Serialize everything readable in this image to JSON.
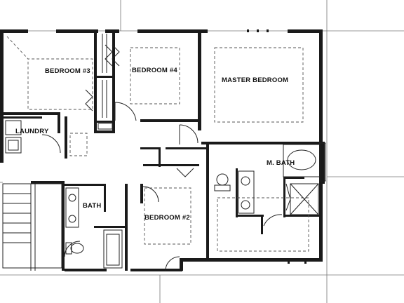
{
  "floor_plan": {
    "rooms": [
      {
        "id": "bedroom3",
        "label": "BEDROOM #3"
      },
      {
        "id": "bedroom4",
        "label": "BEDROOM #4"
      },
      {
        "id": "master",
        "label": "MASTER BEDROOM"
      },
      {
        "id": "laundry",
        "label": "LAUNDRY"
      },
      {
        "id": "mbath",
        "label": "M. BATH"
      },
      {
        "id": "bath",
        "label": "BATH"
      },
      {
        "id": "bedroom2",
        "label": "BEDROOM #2"
      }
    ]
  }
}
